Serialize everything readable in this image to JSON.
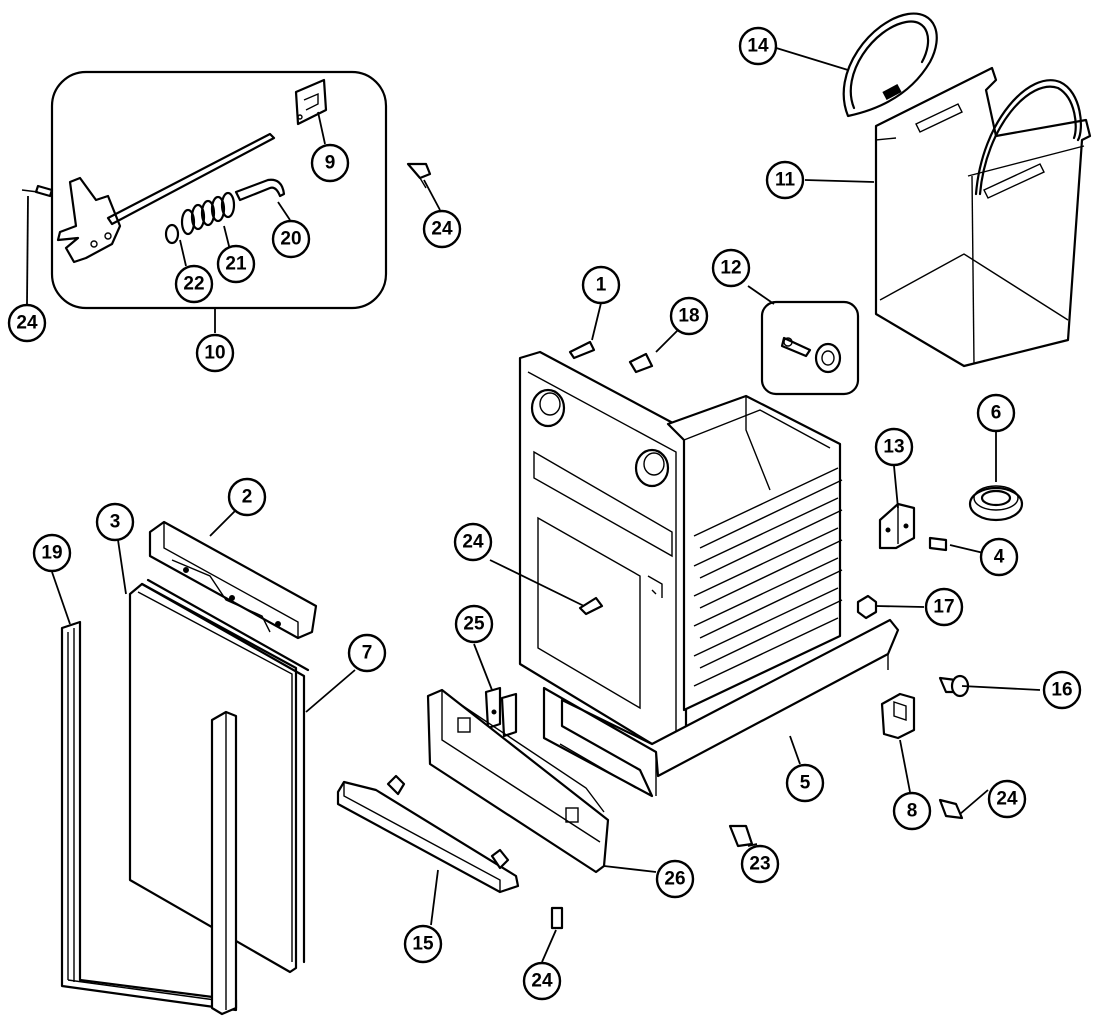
{
  "callouts": [
    {
      "id": "c1",
      "label": "1"
    },
    {
      "id": "c2",
      "label": "2"
    },
    {
      "id": "c3",
      "label": "3"
    },
    {
      "id": "c4",
      "label": "4"
    },
    {
      "id": "c5",
      "label": "5"
    },
    {
      "id": "c6",
      "label": "6"
    },
    {
      "id": "c7",
      "label": "7"
    },
    {
      "id": "c8",
      "label": "8"
    },
    {
      "id": "c9",
      "label": "9"
    },
    {
      "id": "c10",
      "label": "10"
    },
    {
      "id": "c11",
      "label": "11"
    },
    {
      "id": "c12",
      "label": "12"
    },
    {
      "id": "c13",
      "label": "13"
    },
    {
      "id": "c14",
      "label": "14"
    },
    {
      "id": "c15",
      "label": "15"
    },
    {
      "id": "c16",
      "label": "16"
    },
    {
      "id": "c17",
      "label": "17"
    },
    {
      "id": "c18",
      "label": "18"
    },
    {
      "id": "c19",
      "label": "19"
    },
    {
      "id": "c20",
      "label": "20"
    },
    {
      "id": "c21",
      "label": "21"
    },
    {
      "id": "c22",
      "label": "22"
    },
    {
      "id": "c23",
      "label": "23"
    },
    {
      "id": "c24a",
      "label": "24"
    },
    {
      "id": "c24b",
      "label": "24"
    },
    {
      "id": "c24c",
      "label": "24"
    },
    {
      "id": "c24d",
      "label": "24"
    },
    {
      "id": "c24e",
      "label": "24"
    },
    {
      "id": "c25",
      "label": "25"
    },
    {
      "id": "c26",
      "label": "26"
    }
  ]
}
